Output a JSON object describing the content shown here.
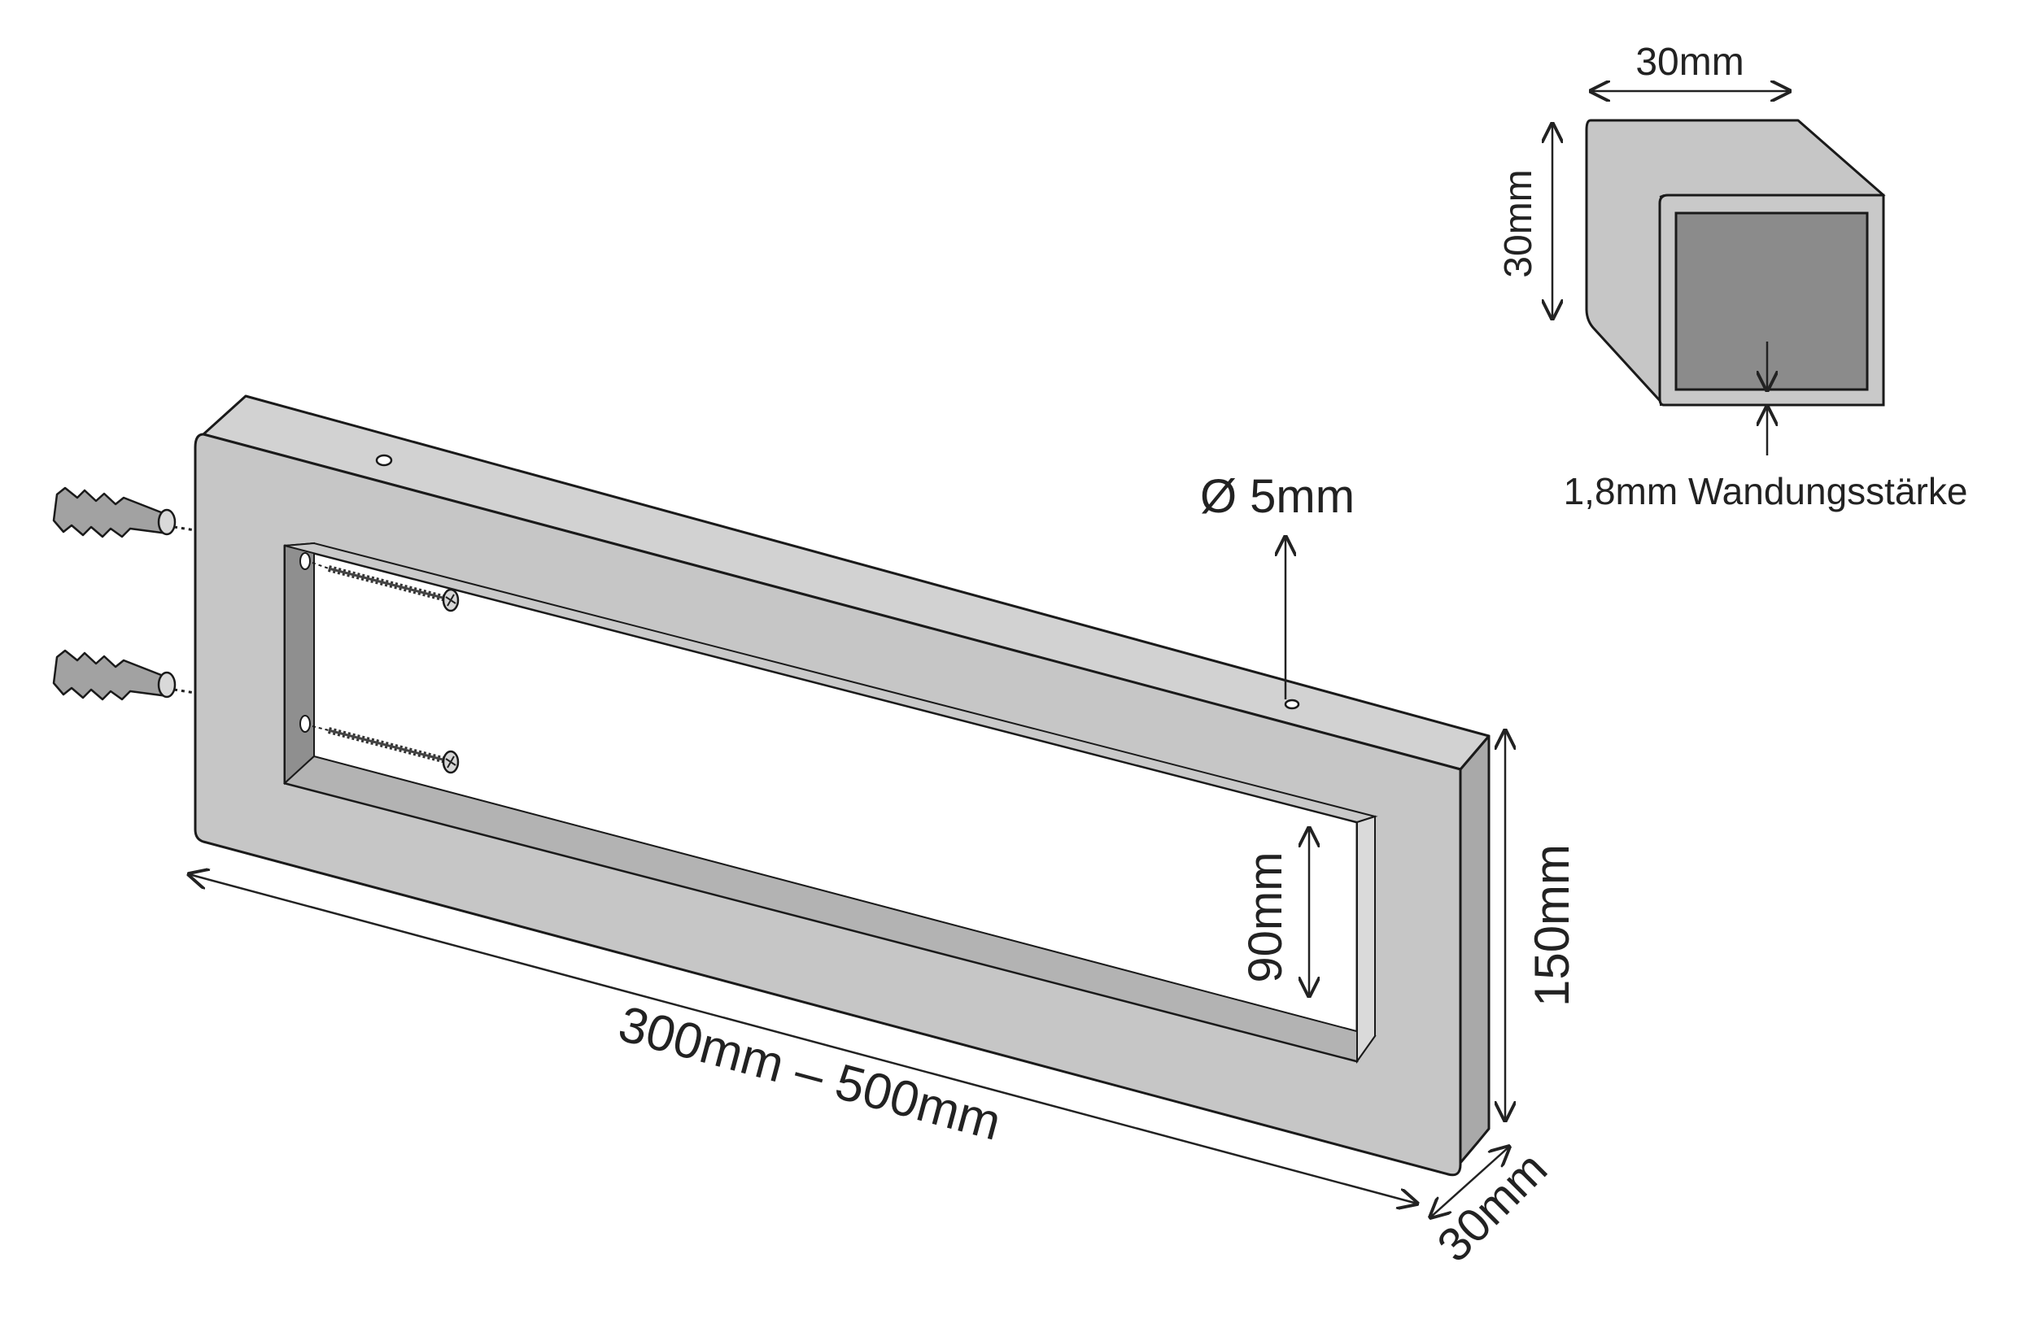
{
  "colors": {
    "outline": "#1a1a1a",
    "metal_face": "#c6c6c6",
    "metal_top": "#d2d2d2",
    "metal_side": "#a9a9a9",
    "metal_inner": "#b3b3b3",
    "tube_inside": "#8b8b8b",
    "background": "#ffffff"
  },
  "labels": {
    "length": "300mm – 500mm",
    "height": "150mm",
    "depth": "30mm",
    "inner_height": "90mm",
    "hole_diameter": "Ø 5mm",
    "profile_width": "30mm",
    "profile_height": "30mm",
    "wall_thickness": "1,8mm Wandungsstärke"
  },
  "icons": {
    "bracket": "rectangular-shelf-bracket",
    "profile": "square-tube-cross-section",
    "dowel": "wall-plug-icon",
    "screw": "wood-screw-icon"
  }
}
